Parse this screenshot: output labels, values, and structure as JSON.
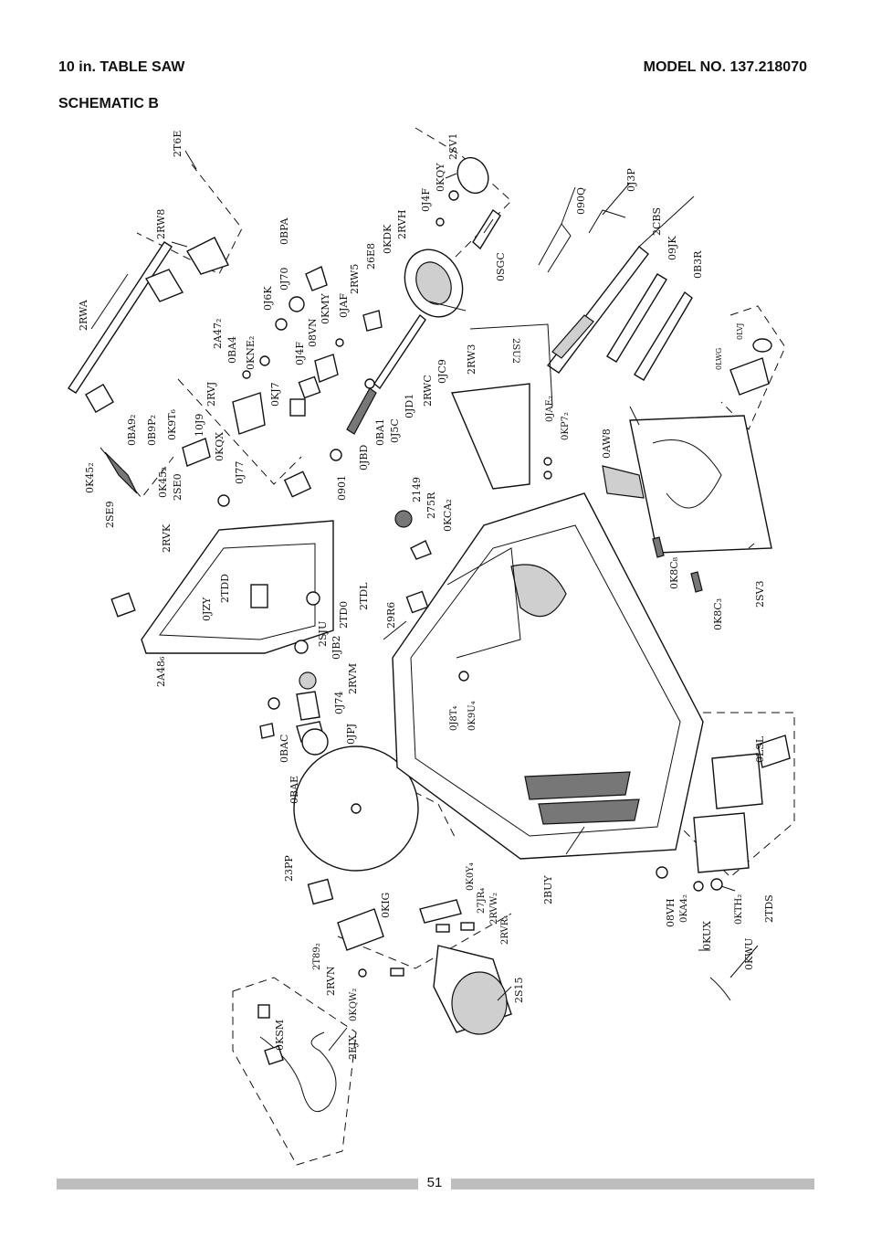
{
  "header": {
    "title_left": "10 in. TABLE SAW",
    "title_right": "MODEL NO. 137.218070",
    "subtitle": "SCHEMATIC B"
  },
  "footer": {
    "page_number": "51"
  },
  "parts": [
    {
      "id": "p-2t6e",
      "label": "2T6E"
    },
    {
      "id": "p-2rw8",
      "label": "2RW8"
    },
    {
      "id": "p-2rwa",
      "label": "2RWA"
    },
    {
      "id": "p-0ba9",
      "label": "0BA9₂"
    },
    {
      "id": "p-0b9p",
      "label": "0B9P₂"
    },
    {
      "id": "p-0k9t",
      "label": "0K9T₆"
    },
    {
      "id": "p-0k45a",
      "label": "0K45₂"
    },
    {
      "id": "p-2se9",
      "label": "2SE9"
    },
    {
      "id": "p-0k45b",
      "label": "0K45₂"
    },
    {
      "id": "p-2se0",
      "label": "2SE0"
    },
    {
      "id": "p-10j9",
      "label": "10J9"
    },
    {
      "id": "p-0kqx",
      "label": "0KQX"
    },
    {
      "id": "p-0j77",
      "label": "0J77"
    },
    {
      "id": "p-2rvj",
      "label": "2RVJ"
    },
    {
      "id": "p-0ba4",
      "label": "0BA4"
    },
    {
      "id": "p-0kne",
      "label": "0KNE₂"
    },
    {
      "id": "p-2a47",
      "label": "2A47₂"
    },
    {
      "id": "p-0j6k",
      "label": "0J6K"
    },
    {
      "id": "p-0j70",
      "label": "0J70"
    },
    {
      "id": "p-0bpa",
      "label": "0BPA"
    },
    {
      "id": "p-0kj7",
      "label": "0KJ7"
    },
    {
      "id": "p-0j4fa",
      "label": "0J4F"
    },
    {
      "id": "p-08vn",
      "label": "08VN"
    },
    {
      "id": "p-0kmy",
      "label": "0KMY"
    },
    {
      "id": "p-0jaf",
      "label": "0JAF"
    },
    {
      "id": "p-2rw5",
      "label": "2RW5"
    },
    {
      "id": "p-26e8",
      "label": "26E8"
    },
    {
      "id": "p-0kdk",
      "label": "0KDK"
    },
    {
      "id": "p-2rvh",
      "label": "2RVH"
    },
    {
      "id": "p-0j4fb",
      "label": "0J4F"
    },
    {
      "id": "p-0kqy",
      "label": "0KQY"
    },
    {
      "id": "p-2sv1",
      "label": "2SV1"
    },
    {
      "id": "p-0sgc",
      "label": "0SGC"
    },
    {
      "id": "p-0jc9",
      "label": "0JC9"
    },
    {
      "id": "p-2rwc",
      "label": "2RWC"
    },
    {
      "id": "p-0jd1",
      "label": "0JD1"
    },
    {
      "id": "p-0j5c",
      "label": "0J5C"
    },
    {
      "id": "p-0ba1",
      "label": "0BA1"
    },
    {
      "id": "p-0jbd",
      "label": "0JBD"
    },
    {
      "id": "p-0901",
      "label": "0901"
    },
    {
      "id": "p-090q",
      "label": "090Q"
    },
    {
      "id": "p-0j3p",
      "label": "0J3P"
    },
    {
      "id": "p-2cbs",
      "label": "2CBS"
    },
    {
      "id": "p-09jk",
      "label": "09JK"
    },
    {
      "id": "p-0b3r",
      "label": "0B3R"
    },
    {
      "id": "p-0lvj",
      "label": "0LVJ"
    },
    {
      "id": "p-0lwg",
      "label": "0LWG"
    },
    {
      "id": "p-2rw3",
      "label": "2RW3"
    },
    {
      "id": "p-2su2",
      "label": "2SU2"
    },
    {
      "id": "p-0jae",
      "label": "0JAE₂"
    },
    {
      "id": "p-0kp7",
      "label": "0KP7₂"
    },
    {
      "id": "p-0aw8",
      "label": "0AW8"
    },
    {
      "id": "p-2149",
      "label": "2149"
    },
    {
      "id": "p-275r",
      "label": "275R"
    },
    {
      "id": "p-0kca",
      "label": "0KCA₂"
    },
    {
      "id": "p-2rvk",
      "label": "2RVK"
    },
    {
      "id": "p-2tdd",
      "label": "2TDD"
    },
    {
      "id": "p-0jzy",
      "label": "0JZY"
    },
    {
      "id": "p-2tdl",
      "label": "2TDL"
    },
    {
      "id": "p-2td0",
      "label": "2TD0"
    },
    {
      "id": "p-2sju",
      "label": "2SJU"
    },
    {
      "id": "p-0jb2",
      "label": "0JB2"
    },
    {
      "id": "p-2rvm",
      "label": "2RVM"
    },
    {
      "id": "p-0j74",
      "label": "0J74"
    },
    {
      "id": "p-0jpj",
      "label": "0JPJ"
    },
    {
      "id": "p-29r6",
      "label": "29R6"
    },
    {
      "id": "p-0k8c8",
      "label": "0K8C₈"
    },
    {
      "id": "p-0k8c3",
      "label": "0K8C₃"
    },
    {
      "id": "p-2sv3",
      "label": "2SV3"
    },
    {
      "id": "p-2a48",
      "label": "2A48₆"
    },
    {
      "id": "p-0bac",
      "label": "0BAC"
    },
    {
      "id": "p-0bae",
      "label": "0BAE"
    },
    {
      "id": "p-0j8t",
      "label": "0J8T₄"
    },
    {
      "id": "p-0k9u",
      "label": "0K9U₄"
    },
    {
      "id": "p-0lsl",
      "label": "0LSL"
    },
    {
      "id": "p-23pp",
      "label": "23PP"
    },
    {
      "id": "p-2buy",
      "label": "2BUY"
    },
    {
      "id": "p-0kig",
      "label": "0KIG"
    },
    {
      "id": "p-0koy",
      "label": "0K0Y₄"
    },
    {
      "id": "p-27jr",
      "label": "27JR₄"
    },
    {
      "id": "p-2rvw",
      "label": "2RVW₂"
    },
    {
      "id": "p-2rvr",
      "label": "2RVR₄"
    },
    {
      "id": "p-2t89",
      "label": "2T89₂"
    },
    {
      "id": "p-2rvn",
      "label": "2RVN"
    },
    {
      "id": "p-0kqw",
      "label": "0KQW₂"
    },
    {
      "id": "p-2s15",
      "label": "2S15"
    },
    {
      "id": "p-08vh",
      "label": "08VH"
    },
    {
      "id": "p-0ka4",
      "label": "0KA4₂"
    },
    {
      "id": "p-0kth",
      "label": "0KTH₂"
    },
    {
      "id": "p-2tds",
      "label": "2TDS"
    },
    {
      "id": "p-0kux",
      "label": "0KUX"
    },
    {
      "id": "p-0kwu",
      "label": "0KWU"
    },
    {
      "id": "p-0ksm",
      "label": "0KSM"
    },
    {
      "id": "p-2ejx",
      "label": "2EJX"
    }
  ]
}
